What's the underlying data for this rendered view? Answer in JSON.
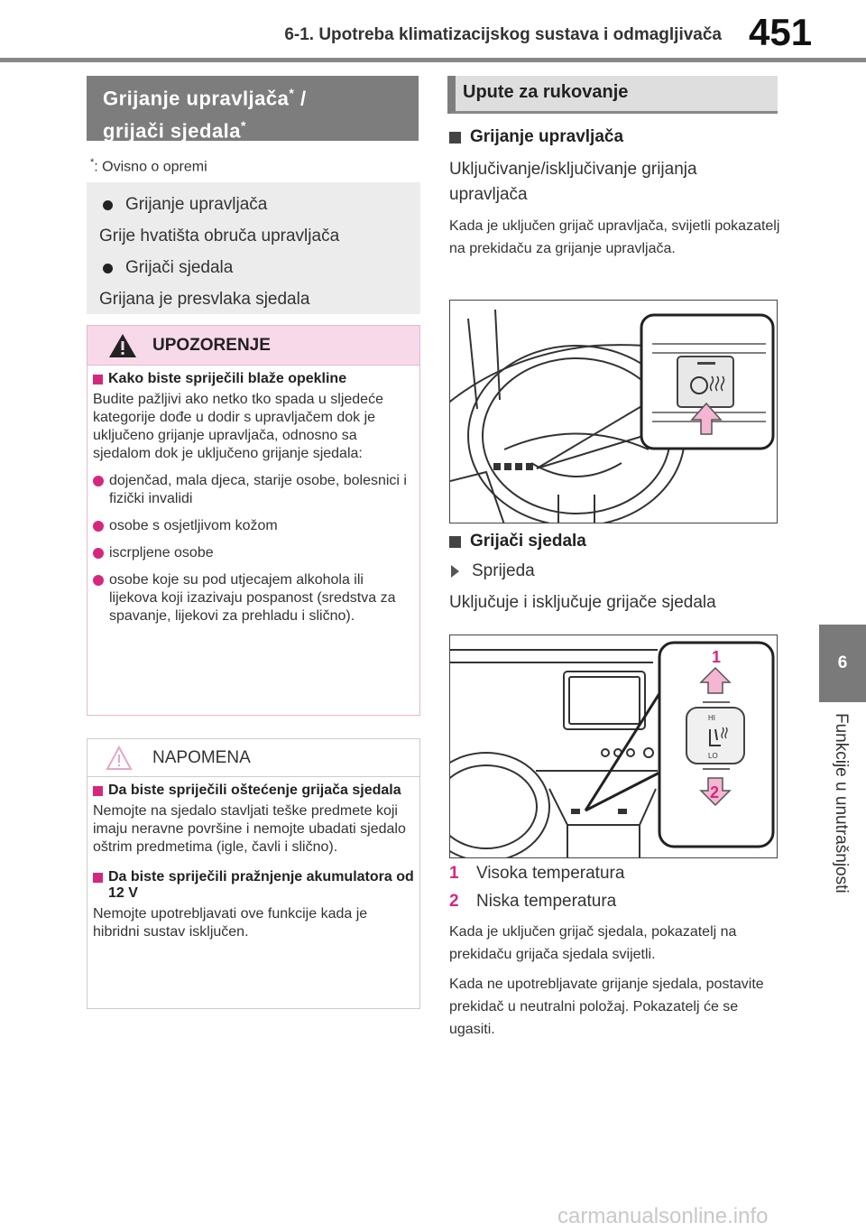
{
  "header": {
    "title": "6-1. Upotreba klimatizacijskog sustava i odmagljivača",
    "page_number": "451"
  },
  "side_tab": {
    "number": "6",
    "label": "Funkcije u unutrašnjosti"
  },
  "left": {
    "title_line1": "Grijanje upravljača",
    "title_mid": " /",
    "title_line2": "grijači sjedala",
    "star": "*",
    "footnote_mark": "*",
    "footnote_text": ":  Ovisno o opremi",
    "summary": [
      {
        "bullet": "Grijanje upravljača",
        "text": "Grije hvatišta obruča upravljača"
      },
      {
        "bullet": "Grijači sjedala",
        "text": "Grijana je presvlaka sjedala"
      }
    ],
    "warning": {
      "title": "UPOZORENJE",
      "subhead": "Kako biste spriječili blaže opekline",
      "para": "Budite pažljivi ako netko tko spada u sljedeće kategorije dođe u dodir s upravljačem dok je uključeno grijanje upravljača, odnosno sa sjedalom dok je uključeno grijanje sjedala:",
      "bullets": [
        "dojenčad, mala djeca, starije osobe, bolesnici i fizički invalidi",
        "osobe s osjetljivom kožom",
        "iscrpljene osobe",
        "osobe koje su pod utjecajem alkohola ili lijekova koji izazivaju pospanost (sredstva za spavanje, lijekovi za prehladu i slično)."
      ]
    },
    "note": {
      "title": "NAPOMENA",
      "subhead1": "Da biste spriječili oštećenje grijača sjedala",
      "para1": "Nemojte na sjedalo stavljati teške predmete koji imaju neravne površine i nemojte ubadati sjedalo oštrim predmetima (igle, čavli i slično).",
      "subhead2": "Da biste spriječili pražnjenje akumulatora od 12 V",
      "para2": "Nemojte upotrebljavati ove funkcije kada je hibridni sustav isključen."
    }
  },
  "right": {
    "title": "Upute za rukovanje",
    "steering": {
      "heading": "Grijanje upravljača",
      "text": "Uključivanje/isključivanje grijanja upravljača",
      "small": "Kada je uključen grijač upravljača, svijetli pokazatelj na prekidaču za grijanje upravljača."
    },
    "seats": {
      "heading": "Grijači sjedala",
      "sub": "Sprijeda",
      "text": "Uključuje i isključuje grijače sjedala",
      "callout1": "1",
      "callout2": "2",
      "hi_label": "HI",
      "lo_label": "LO",
      "items": [
        {
          "n": "1",
          "label": "Visoka temperatura"
        },
        {
          "n": "2",
          "label": "Niska temperatura"
        }
      ],
      "small1": "Kada je uključen grijač sjedala, pokazatelj na prekidaču grijača sjedala svijetli.",
      "small2": "Kada ne upotrebljavate grijanje sjedala, postavite prekidač u neutralni položaj. Pokazatelj će se ugasiti."
    }
  },
  "watermark": "carmanualsonline.info",
  "colors": {
    "accent": "#d6277f",
    "section_gray": "#7d7d7d",
    "warning_bg": "#f8d9e9"
  }
}
